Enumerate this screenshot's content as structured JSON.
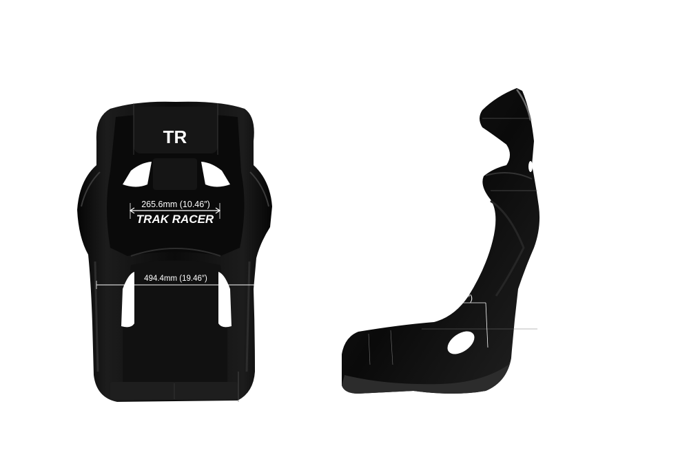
{
  "front_view": {
    "logo_text": "TR",
    "brand_text": "TRAK RACER",
    "dimension_upper": "265.6mm (10.46″)",
    "dimension_lower": "494.4mm (19.46″)"
  },
  "side_view": {
    "partial_dimension_text": "″)"
  },
  "colors": {
    "background": "#ffffff",
    "seat": "#0d0d0d",
    "seat_highlight": "#2a2a2a",
    "dimension_line": "#ffffff"
  }
}
